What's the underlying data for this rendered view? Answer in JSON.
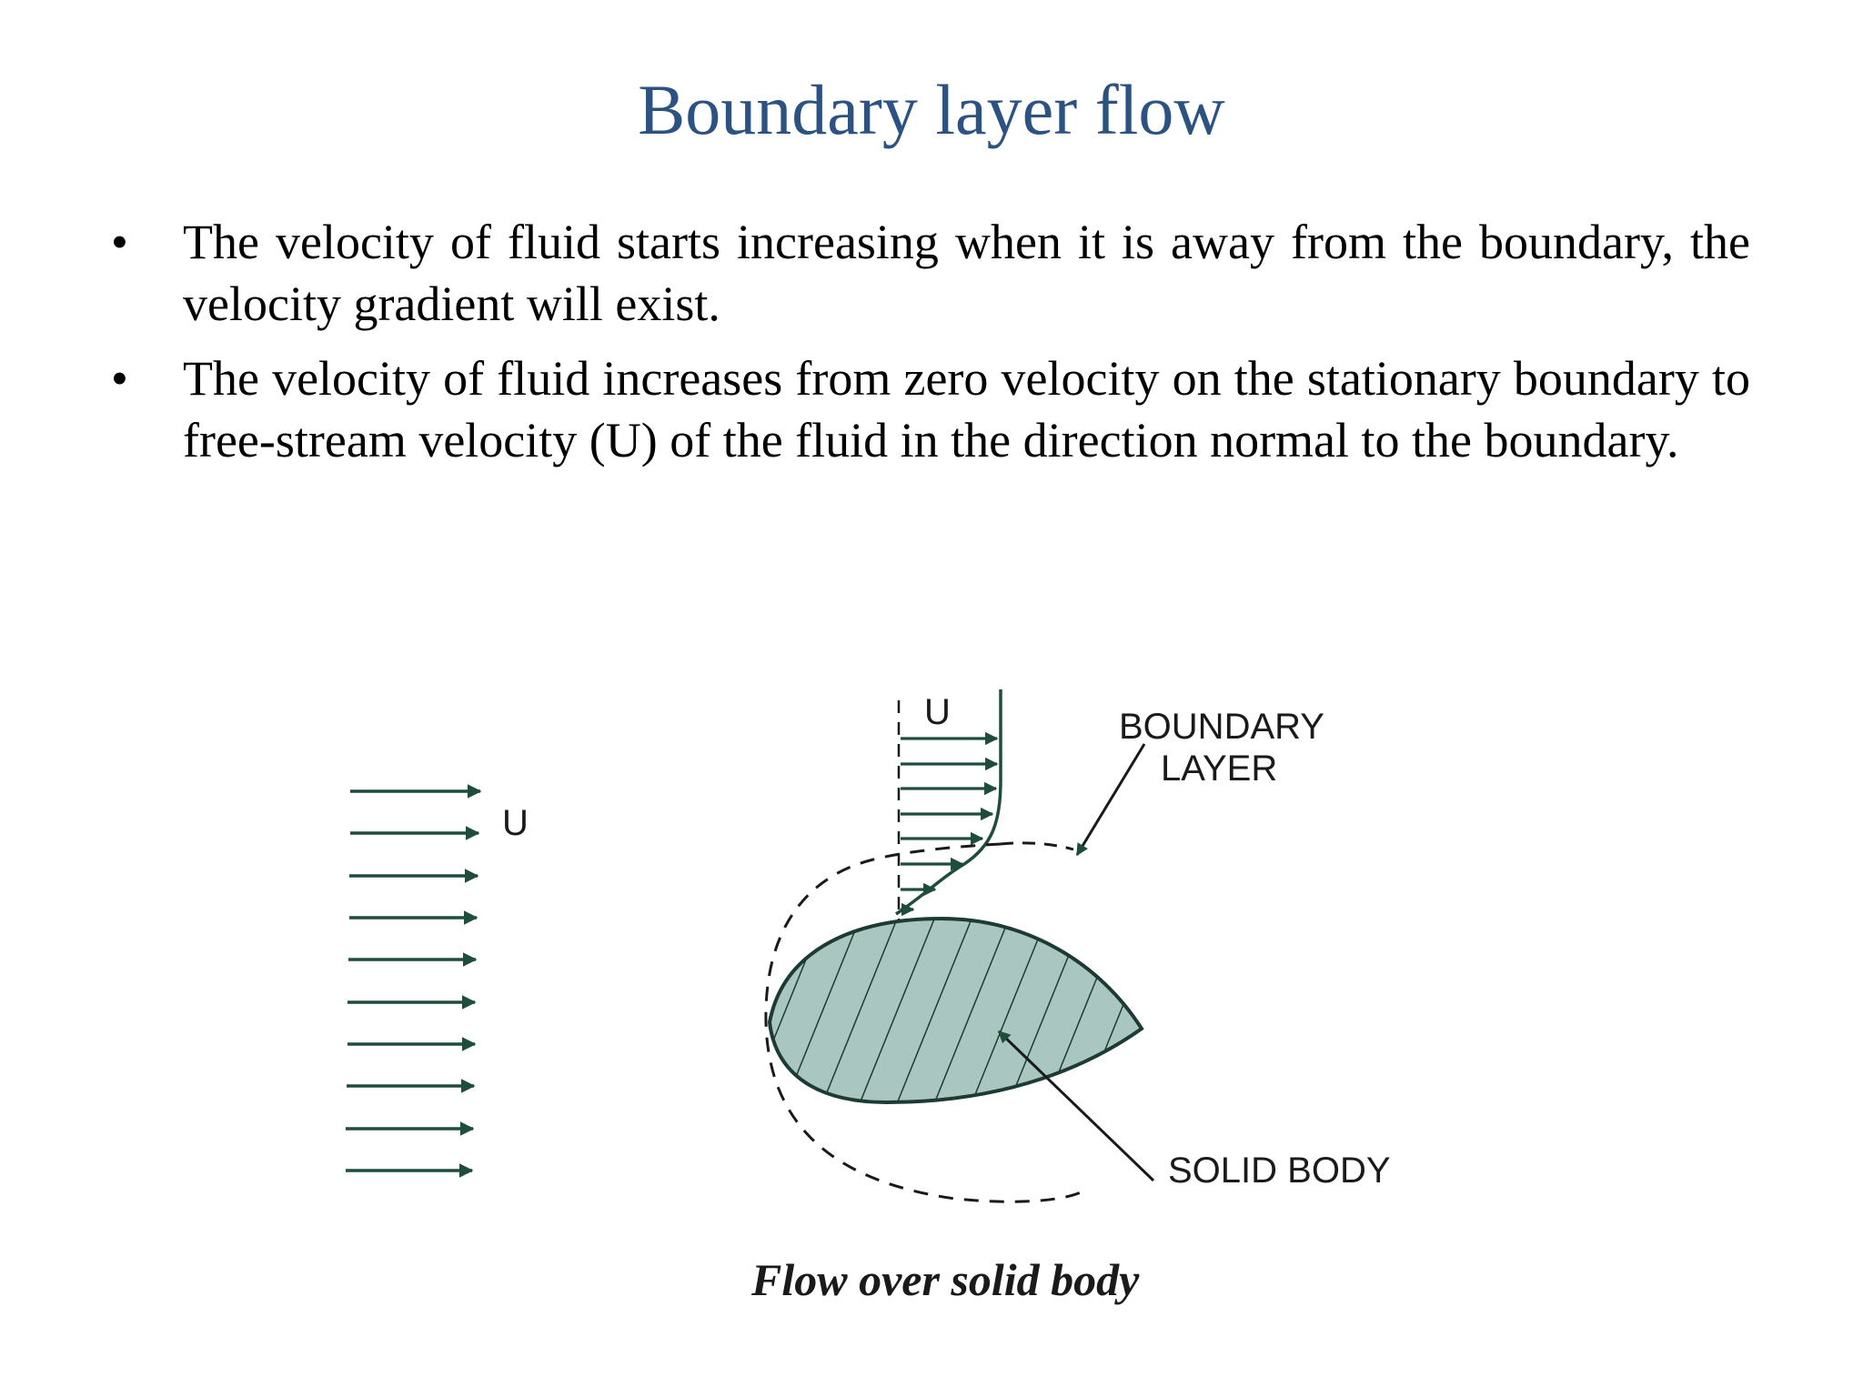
{
  "slide": {
    "title": "Boundary layer flow",
    "bullets": [
      "The velocity of fluid starts increasing when it is away from the boundary, the velocity gradient will exist.",
      "The velocity of fluid increases from zero velocity on the stationary boundary to free-stream velocity (U) of the fluid in the direction normal to the boundary."
    ],
    "bullet_symbol": "•"
  },
  "diagram": {
    "freestream_label": "U",
    "profile_label": "U",
    "boundary_layer_label_line1": "BOUNDARY",
    "boundary_layer_label_line2": "LAYER",
    "solid_body_label": "SOLID BODY",
    "caption": "Flow over solid body",
    "colors": {
      "arrow": "#1f4d3c",
      "body_fill": "#a9c6c0",
      "title": "#2c5282"
    }
  }
}
